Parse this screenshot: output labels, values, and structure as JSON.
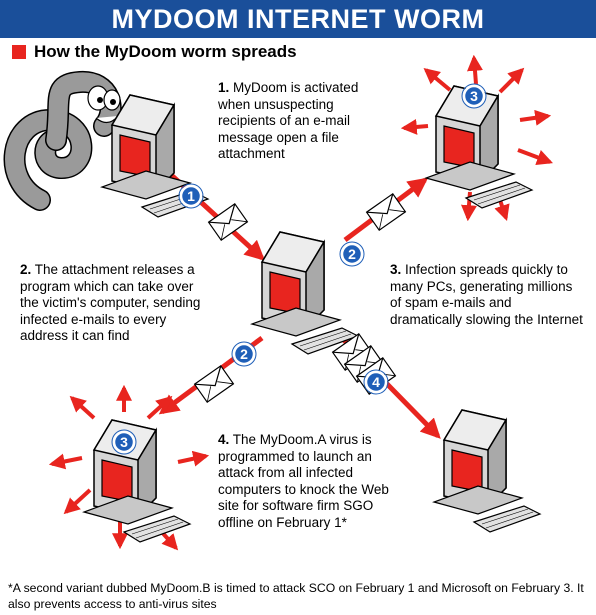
{
  "header": {
    "title": "MYDOOM INTERNET WORM"
  },
  "subtitle": "How the MyDoom worm spreads",
  "steps": [
    {
      "num": "1.",
      "text": "MyDoom is activated when unsuspecting recipients of an e-mail message open a file attachment"
    },
    {
      "num": "2.",
      "text": "The attachment releases a program which can take over the victim's computer, sending infected e-mails to every address it can find"
    },
    {
      "num": "3.",
      "text": "Infection spreads quickly to many PCs, generating millions of spam e-mails and dramatically slowing the Internet"
    },
    {
      "num": "4.",
      "text": "The MyDoom.A virus is programmed to launch an attack from all infected computers to knock the Web site for software firm SGO offline on February 1*"
    }
  ],
  "badges": [
    "1",
    "2",
    "2",
    "3",
    "3",
    "4"
  ],
  "footnote": "*A second variant dubbed MyDoom.B is timed to attack SCO on February 1 and Microsoft on February 3. It also prevents access to anti-virus sites",
  "colors": {
    "title_bar": "#1a4f9a",
    "accent_red": "#e8251f",
    "badge_blue": "#1f5fb8",
    "computer_gray": "#cfcfcf"
  },
  "icons": [
    "worm-icon",
    "computer-icon",
    "envelope-icon",
    "number-badge-icon",
    "red-arrow-icon"
  ]
}
